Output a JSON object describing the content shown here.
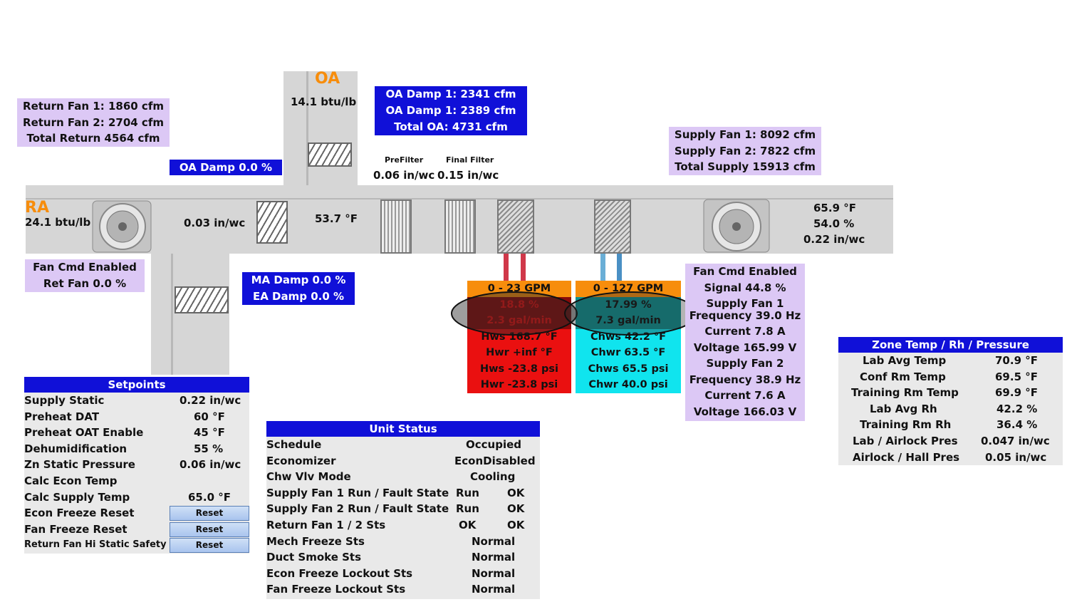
{
  "colors": {
    "accent_blue": "#1010d8",
    "lavender": "#dcc8f5",
    "orange_label": "#f78d0c",
    "hot_water": "#ea1010",
    "chilled_water": "#10e4ee"
  },
  "return_fans": {
    "fan1": "Return Fan 1: 1860 cfm",
    "fan2": "Return Fan 2: 2704 cfm",
    "total": "Total Return 4564 cfm"
  },
  "oa_flow": {
    "l1": "OA Damp 1: 2341 cfm",
    "l2": "OA Damp 1: 2389 cfm",
    "total": "Total OA: 4731 cfm"
  },
  "supply_fans_flow": {
    "fan1": "Supply Fan 1: 8092 cfm",
    "fan2": "Supply Fan 2: 7822 cfm",
    "total": "Total Supply 15913 cfm"
  },
  "oa": {
    "label": "OA",
    "enthalpy": "14.1 btu/lb"
  },
  "ra": {
    "label": "RA",
    "enthalpy": "24.1 btu/lb"
  },
  "oa_damp": "OA Damp 0.0 %",
  "mixed_air": {
    "static": "0.03 in/wc",
    "temp": "53.7 °F"
  },
  "filters": {
    "pre_label": "PreFilter",
    "final_label": "Final Filter",
    "pre_value": "0.06 in/wc",
    "final_value": "0.15 in/wc"
  },
  "discharge": {
    "temp": "65.9 °F",
    "rh": "54.0 %",
    "static": "0.22 in/wc"
  },
  "return_fan_status": {
    "cmd": "Fan Cmd Enabled",
    "speed": "Ret Fan 0.0 %"
  },
  "dampers": {
    "ma": "MA Damp 0.0 %",
    "ea": "EA Damp 0.0 %"
  },
  "heating": {
    "range": "0 - 23 GPM",
    "valve": "18.8 %",
    "flow": "2.3 gal/min",
    "hws": "Hws 168.7 °F",
    "hwr": "Hwr +inf °F",
    "hws_p": "Hws -23.8 psi",
    "hwr_p": "Hwr -23.8 psi"
  },
  "cooling": {
    "range": "0 - 127 GPM",
    "valve": "17.99 %",
    "flow": "7.3 gal/min",
    "chws": "Chws 42.2 °F",
    "chwr": "Chwr 63.5 °F",
    "chws_p": "Chws 65.5 psi",
    "chwr_p": "Chwr 40.0 psi"
  },
  "supply_fan_status": {
    "cmd": "Fan Cmd Enabled",
    "signal": "Signal 44.8 %",
    "sf1": "Supply Fan 1",
    "f1": "Frequency 39.0 Hz",
    "c1": "Current 7.8 A",
    "v1": "Voltage 165.99 V",
    "sf2": "Supply Fan 2",
    "f2": "Frequency 38.9 Hz",
    "c2": "Current 7.6 A",
    "v2": "Voltage 166.03 V"
  },
  "setpoints": {
    "title": "Setpoints",
    "rows": [
      {
        "label": "Supply Static",
        "value": "0.22 in/wc"
      },
      {
        "label": "Preheat DAT",
        "value": "60 °F"
      },
      {
        "label": "Preheat OAT Enable",
        "value": "45 °F"
      },
      {
        "label": "Dehumidification",
        "value": "55 %"
      },
      {
        "label": "Zn Static Pressure",
        "value": "0.06 in/wc"
      },
      {
        "label": "Calc Econ Temp",
        "value": ""
      },
      {
        "label": "Calc Supply Temp",
        "value": "65.0 °F"
      }
    ],
    "resets": [
      {
        "label": "Econ Freeze Reset",
        "button": "Reset"
      },
      {
        "label": "Fan Freeze Reset",
        "button": "Reset"
      },
      {
        "label": "Return Fan Hi Static Safety",
        "button": "Reset"
      }
    ]
  },
  "unit_status": {
    "title": "Unit Status",
    "rows": [
      {
        "label": "Schedule",
        "v1": "Occupied",
        "v2": ""
      },
      {
        "label": "Economizer",
        "v1": "EconDisabled",
        "v2": ""
      },
      {
        "label": "Chw Vlv Mode",
        "v1": "Cooling",
        "v2": ""
      },
      {
        "label": "Supply Fan 1 Run / Fault State",
        "v1": "Run",
        "v2": "OK"
      },
      {
        "label": "Supply Fan 2 Run / Fault State",
        "v1": "Run",
        "v2": "OK"
      },
      {
        "label": "Return Fan 1 / 2 Sts",
        "v1": "OK",
        "v2": "OK"
      },
      {
        "label": "Mech Freeze Sts",
        "v1": "Normal",
        "v2": ""
      },
      {
        "label": "Duct Smoke Sts",
        "v1": "Normal",
        "v2": ""
      },
      {
        "label": "Econ Freeze Lockout Sts",
        "v1": "Normal",
        "v2": ""
      },
      {
        "label": "Fan Freeze Lockout Sts",
        "v1": "Normal",
        "v2": ""
      }
    ]
  },
  "zone": {
    "title": "Zone Temp / Rh / Pressure",
    "rows": [
      {
        "label": "Lab Avg Temp",
        "value": "70.9 °F"
      },
      {
        "label": "Conf Rm Temp",
        "value": "69.5 °F"
      },
      {
        "label": "Training Rm Temp",
        "value": "69.9 °F"
      },
      {
        "label": "Lab Avg Rh",
        "value": "42.2 %"
      },
      {
        "label": "Training Rm Rh",
        "value": "36.4 %"
      },
      {
        "label": "Lab / Airlock Pres",
        "value": "0.047 in/wc"
      },
      {
        "label": "Airlock / Hall Pres",
        "value": "0.05 in/wc"
      }
    ]
  }
}
